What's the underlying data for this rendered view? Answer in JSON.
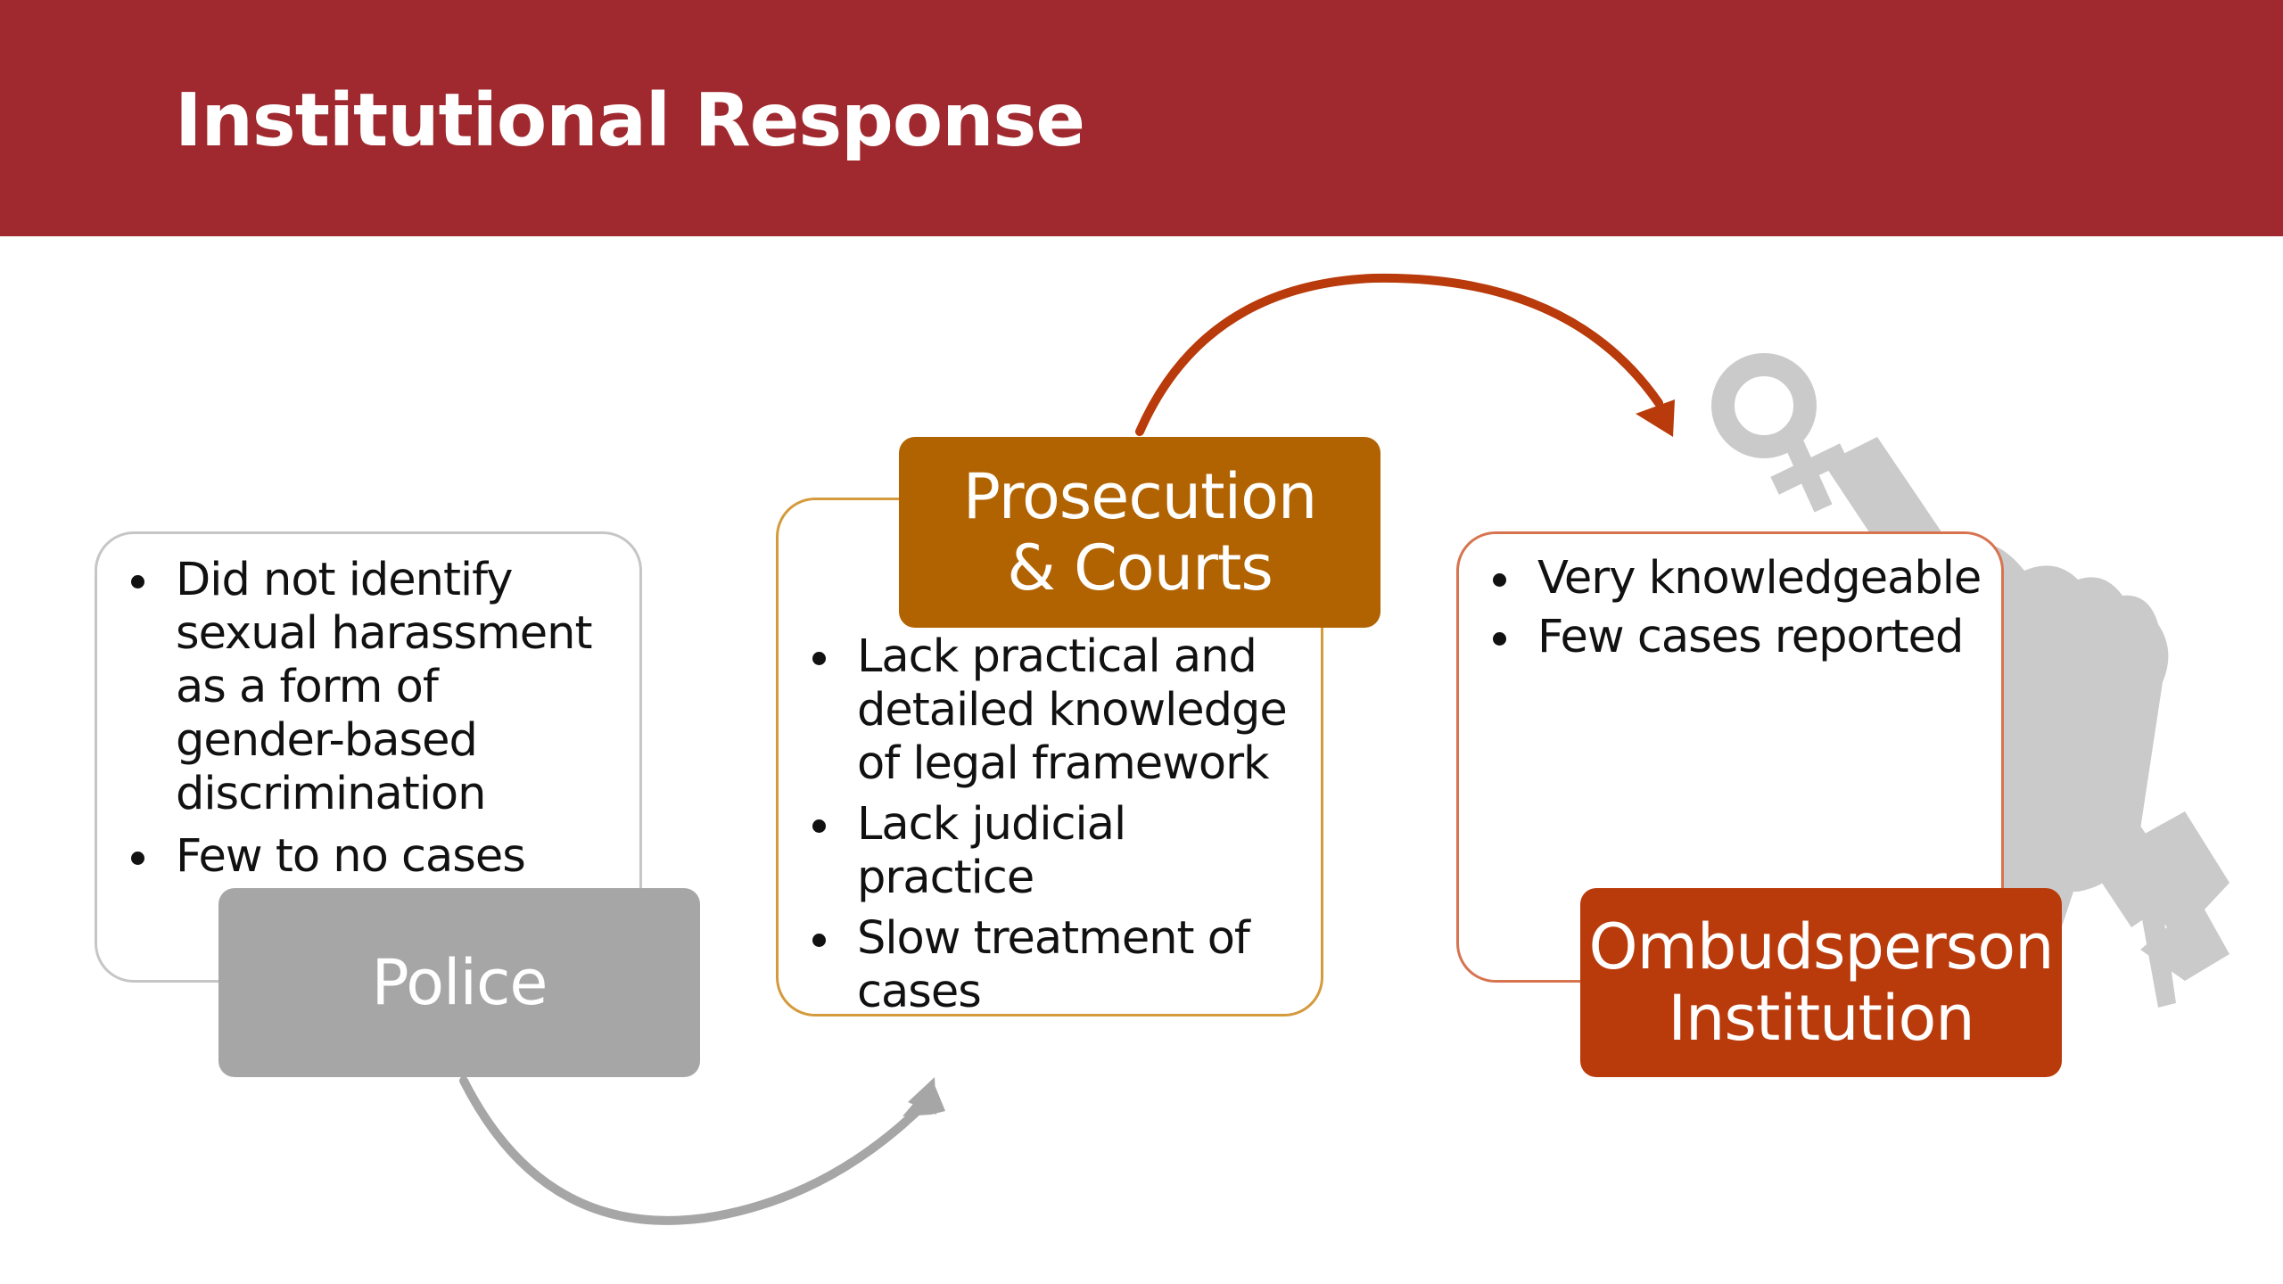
{
  "slide": {
    "title": "Institutional Response"
  },
  "colors": {
    "header_bg": "#a0292f",
    "police": "#a6a6a6",
    "prosecution": "#b16301",
    "ombudsperson": "#b93a0a",
    "arrow_grey": "#a6a6a6",
    "arrow_red": "#b93a0a",
    "symbol_grey": "#c8c8c8"
  },
  "symbol": {
    "icon": "fist-wrench-female-symbol-icon"
  },
  "stages": {
    "police": {
      "label": "Police",
      "bullets": [
        "Did not identify sexual harassment as a form of gender-based discrimination",
        "Few to no cases"
      ]
    },
    "prosecution": {
      "label_line1": "Prosecution",
      "label_line2": "& Courts",
      "bullets": [
        "Lack practical and detailed knowledge of legal framework",
        "Lack judicial practice",
        "Slow treatment of cases"
      ]
    },
    "ombudsperson": {
      "label_line1": "Ombudsperson",
      "label_line2": "Institution",
      "bullets": [
        "Very knowledgeable",
        "Few cases reported"
      ]
    }
  }
}
